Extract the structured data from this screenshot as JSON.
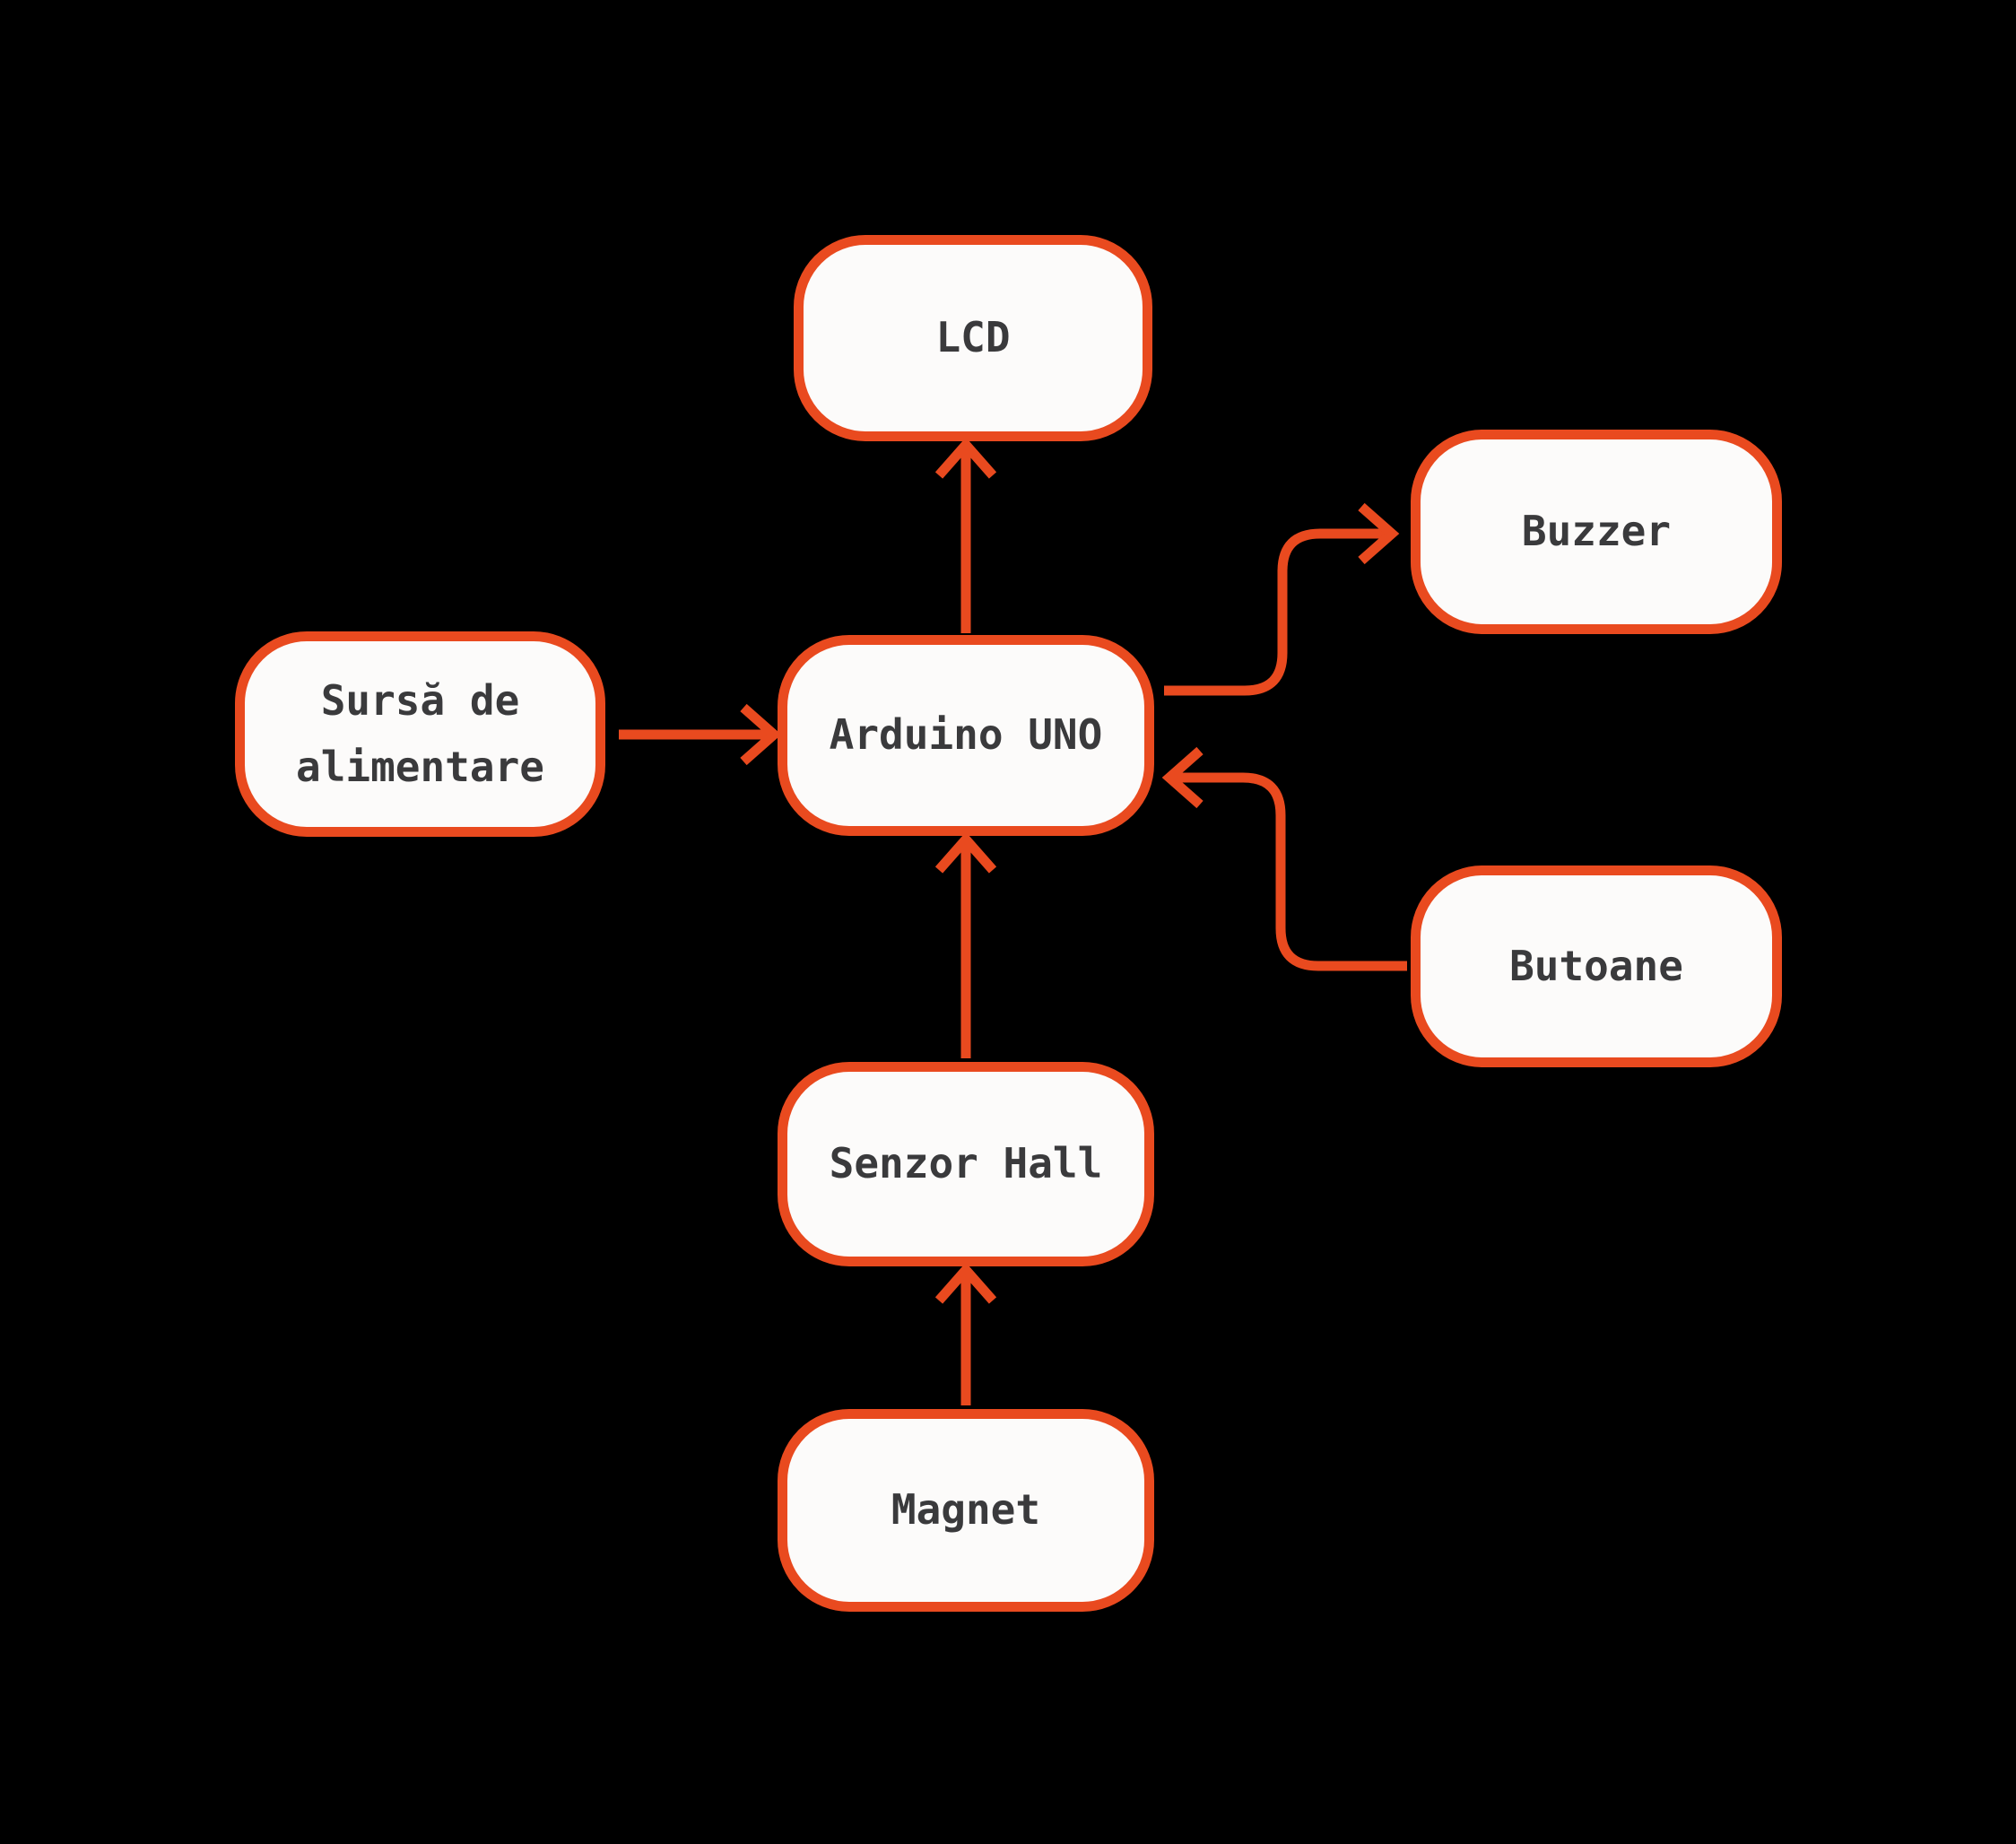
{
  "theme": {
    "background": "#000000",
    "accent": "#E94A1F",
    "node_fill": "#FCFBFA",
    "node_text": "#3A3A3C"
  },
  "nodes": {
    "lcd": {
      "label": "LCD"
    },
    "buzzer": {
      "label": "Buzzer"
    },
    "sursa": {
      "label": "Sursă de alimentare"
    },
    "arduino": {
      "label": "Arduino UNO"
    },
    "butoane": {
      "label": "Butoane"
    },
    "senzor": {
      "label": "Senzor Hall"
    },
    "magnet": {
      "label": "Magnet"
    }
  },
  "edges": [
    {
      "from": "Sursă de alimentare",
      "to": "Arduino UNO",
      "shape": "straight-right"
    },
    {
      "from": "Arduino UNO",
      "to": "LCD",
      "shape": "straight-up"
    },
    {
      "from": "Arduino UNO",
      "to": "Buzzer",
      "shape": "s-curve-right-up"
    },
    {
      "from": "Butoane",
      "to": "Arduino UNO",
      "shape": "s-curve-left-up"
    },
    {
      "from": "Senzor Hall",
      "to": "Arduino UNO",
      "shape": "straight-up"
    },
    {
      "from": "Magnet",
      "to": "Senzor Hall",
      "shape": "straight-up"
    }
  ]
}
